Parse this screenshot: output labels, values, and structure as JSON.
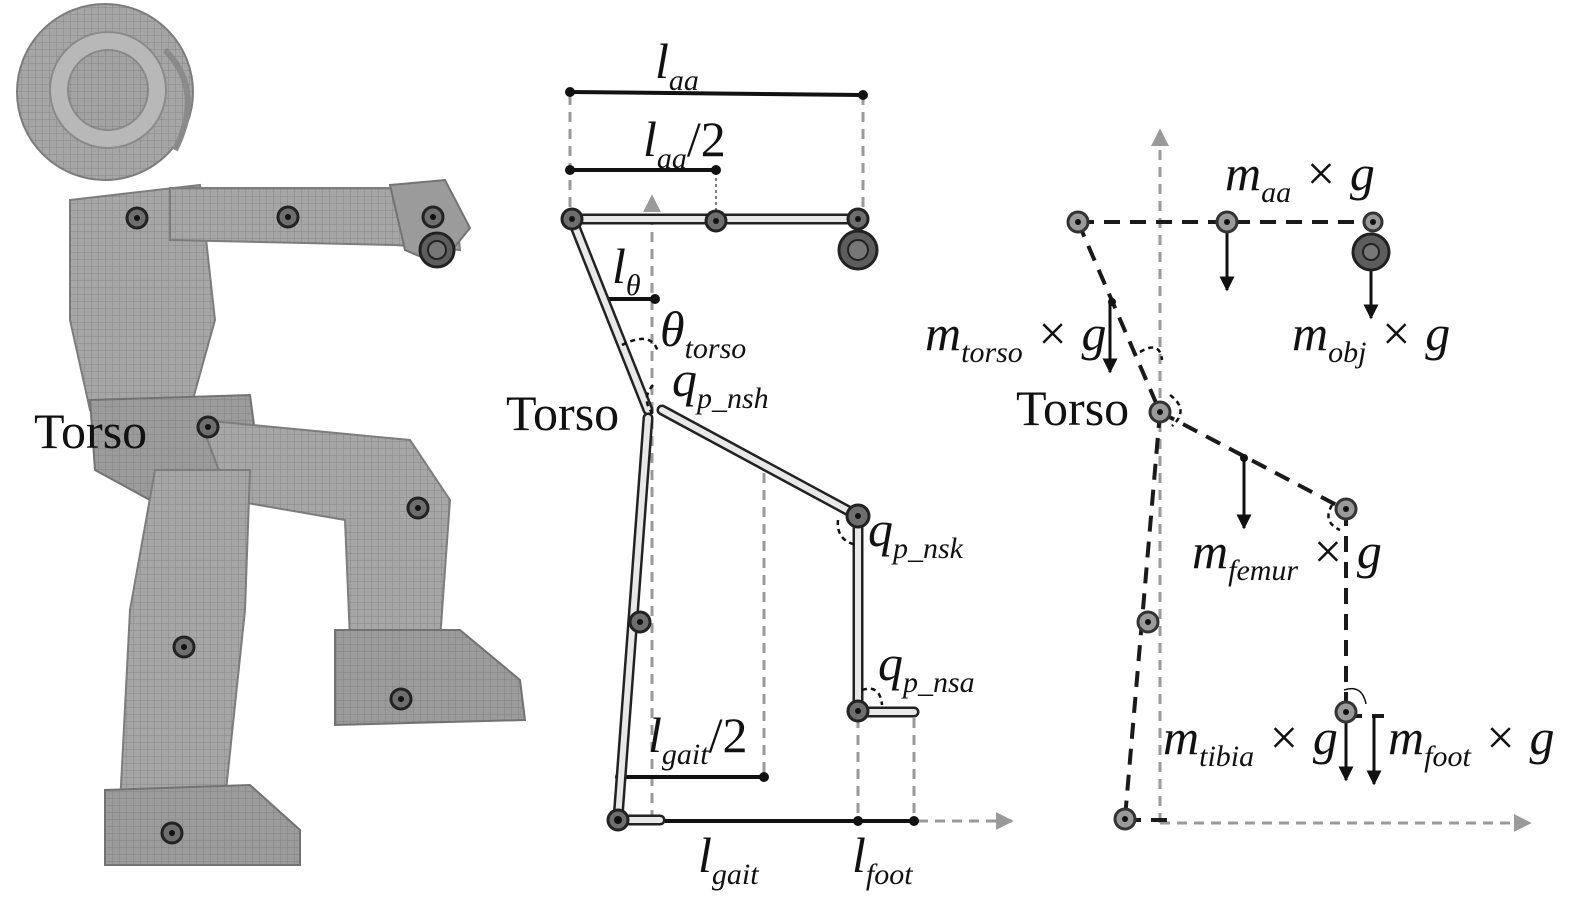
{
  "figure": {
    "panel_robot": {
      "torso_label": "Torso"
    },
    "panel_kinematic": {
      "torso_label": "Torso",
      "l_aa": {
        "base": "l",
        "sub": "aa",
        "suffix": ""
      },
      "l_aa_half": {
        "base": "l",
        "sub": "aa",
        "suffix": "/2"
      },
      "l_theta": {
        "base": "l",
        "sub": "θ",
        "suffix": ""
      },
      "theta_torso": {
        "base": "θ",
        "sub": "torso",
        "suffix": ""
      },
      "q_p_nsh": {
        "base": "q",
        "sub": "p_nsh",
        "suffix": ""
      },
      "q_p_nsk": {
        "base": "q",
        "sub": "p_nsk",
        "suffix": ""
      },
      "q_p_nsa": {
        "base": "q",
        "sub": "p_nsa",
        "suffix": ""
      },
      "l_gait_half": {
        "base": "l",
        "sub": "gait",
        "suffix": "/2"
      },
      "l_gait": {
        "base": "l",
        "sub": "gait",
        "suffix": ""
      },
      "l_foot": {
        "base": "l",
        "sub": "foot",
        "suffix": ""
      }
    },
    "panel_forces": {
      "torso_label": "Torso",
      "m_aa": {
        "base": "m",
        "sub": "aa",
        "suffix": " × g"
      },
      "m_torso": {
        "base": "m",
        "sub": "torso",
        "suffix": " × g"
      },
      "m_obj": {
        "base": "m",
        "sub": "obj",
        "suffix": " × g"
      },
      "m_femur": {
        "base": "m",
        "sub": "femur",
        "suffix": " × g"
      },
      "m_tibia": {
        "base": "m",
        "sub": "tibia",
        "suffix": " × g"
      },
      "m_foot": {
        "base": "m",
        "sub": "foot",
        "suffix": " × g"
      }
    }
  }
}
